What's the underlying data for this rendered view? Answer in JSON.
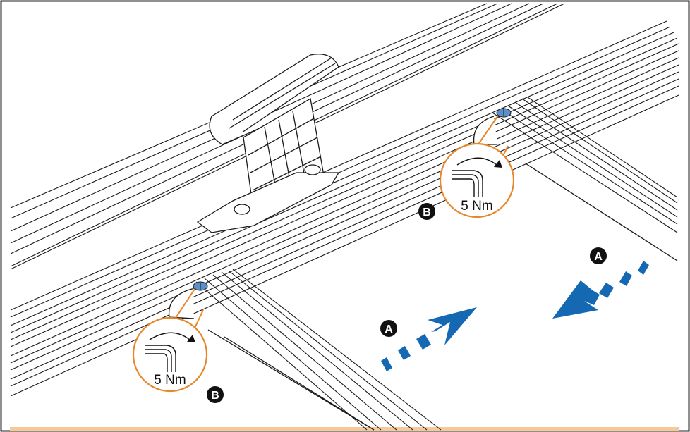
{
  "diagram": {
    "labels": {
      "a": "A",
      "b": "B"
    },
    "torque": "5 Nm",
    "colors": {
      "frame_border": "#222222",
      "line_art": "#1a1a1a",
      "arrow_blue": "#1569b3",
      "callout_orange": "#e8862a",
      "screw_blue": "#5b8fc9",
      "badge_fill": "#111111",
      "badge_text": "#ffffff",
      "bottom_strip": "#f7c89a"
    },
    "icons": [
      "hex-key-icon",
      "rotation-arrow-icon",
      "screw-icon"
    ]
  }
}
